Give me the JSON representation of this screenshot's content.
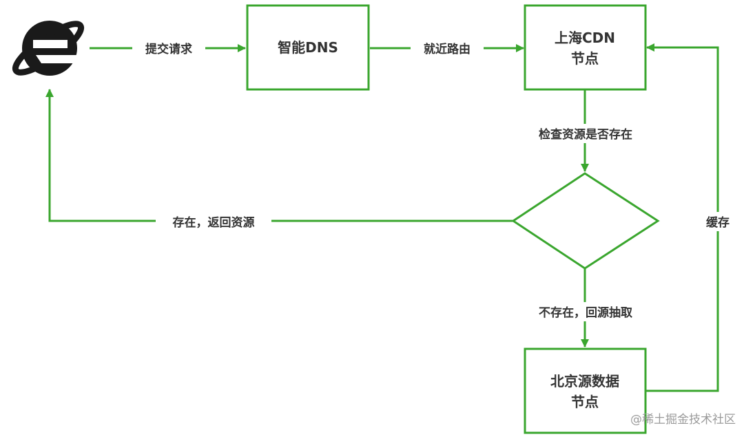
{
  "colors": {
    "stroke": "#3aa62e",
    "text": "#333333",
    "ie_logo": "#1a1a1a",
    "watermark": "#9a9a9a"
  },
  "icons": {
    "browser": "internet-explorer-logo-icon"
  },
  "nodes": {
    "dns": {
      "label": "智能DNS"
    },
    "shanghai_cdn": {
      "line1": "上海CDN",
      "line2": "节点"
    },
    "decision": {
      "label": ""
    },
    "beijing_origin": {
      "line1": "北京源数据",
      "line2": "节点"
    }
  },
  "edges": {
    "submit_request": "提交请求",
    "nearest_route": "就近路由",
    "check_resource": "检查资源是否存在",
    "exists_return": "存在，返回资源",
    "not_exists_fetch": "不存在，回源抽取",
    "cache": "缓存"
  },
  "watermark": "@稀土掘金技术社区"
}
